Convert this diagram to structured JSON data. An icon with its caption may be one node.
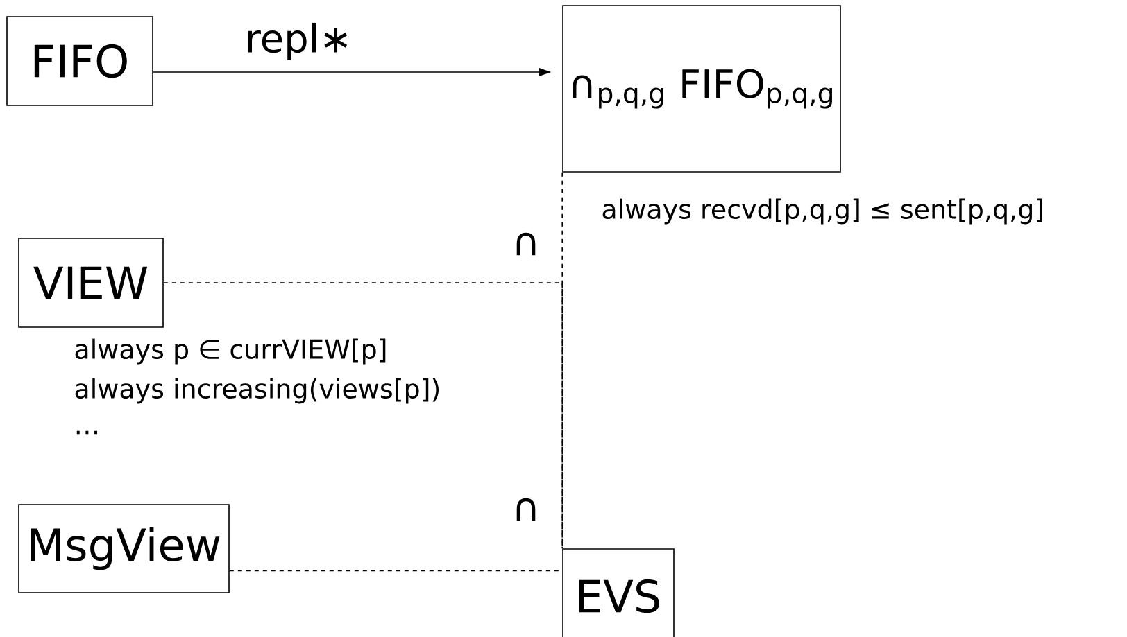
{
  "diagram": {
    "nodes": [
      {
        "text": [
          "FIFO"
        ]
      },
      {
        "text": [
          "∩$_{p,q,g}$ FIFO$_{p,q,g}$"
        ],
        "beside": [
          "always recvd[p,q,g] ≤ sent[p,q,g]"
        ]
      },
      {
        "text": [
          "VIEW"
        ],
        "beside": [
          "always p ∈ currVIEW[p]",
          "always increasing(views[p])",
          "…"
        ]
      },
      {
        "text": [
          "MsgView"
        ]
      },
      {
        "text": [
          "EVS"
        ]
      }
    ],
    "edges": [
      {
        "from": 0,
        "to": 1,
        "arrow": "to",
        "label": "repl∗"
      },
      {
        "from": 1,
        "to": 4,
        "arrow": "none",
        "style": "dashed"
      },
      {
        "from": 2,
        "to": 4,
        "arrow": "none",
        "style": "dashed",
        "label": "∩"
      },
      {
        "from": 3,
        "to": 4,
        "arrow": "none",
        "style": "dashed",
        "label": "∩"
      }
    ]
  }
}
